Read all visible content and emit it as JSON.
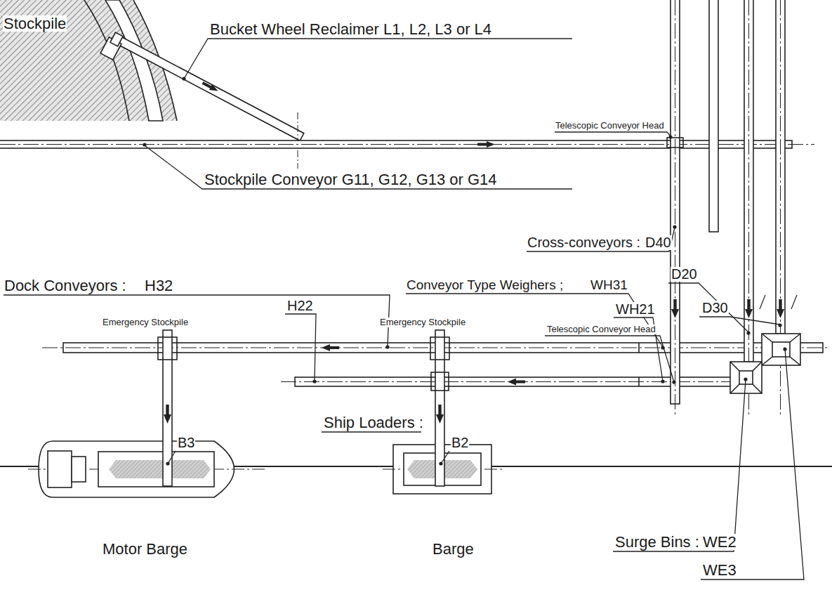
{
  "diagram": {
    "labels": [
      "Stockpile",
      "Bucket Wheel Reclaimer L1, L2, L3 or L4",
      "Telescopic Conveyor Head",
      "Stockpile Conveyor G11, G12, G13 or G14",
      "Cross-conveyors :",
      "D40",
      "D20",
      "D30",
      "Dock Conveyors :",
      "H32",
      "H22",
      "Conveyor Type Weighers ;",
      "WH31",
      "WH21",
      "Telescopic Conveyor Head",
      "Emergency Stockpile",
      "Emergency Stockpile",
      "Ship Loaders :",
      "B3",
      "B2",
      "Surge Bins :",
      "WE2",
      "WE3",
      "Motor Barge",
      "Barge"
    ]
  }
}
